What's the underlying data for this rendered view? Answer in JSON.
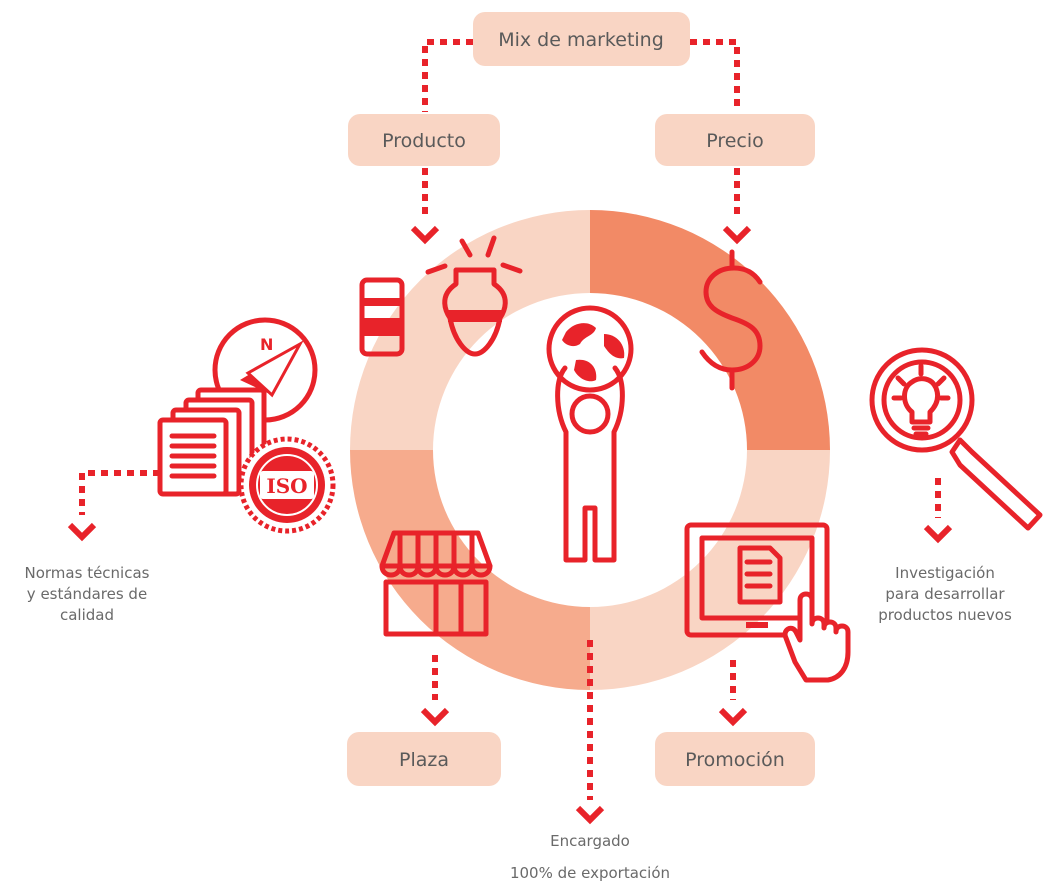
{
  "colors": {
    "accent": "#e8232a",
    "box_fill": "#f9d5c4",
    "segment_light": "#f9d5c4",
    "segment_dark": "#f28a66",
    "segment_mid": "#f6ab8d",
    "text": "#5a5a5a"
  },
  "center_box": {
    "label": "Mix de marketing"
  },
  "boxes": {
    "product": "Producto",
    "price": "Precio",
    "place": "Plaza",
    "promotion": "Promoción"
  },
  "side_labels": {
    "left": [
      "Normas técnicas",
      "y estándares de",
      "calidad"
    ],
    "right": [
      "Investigación",
      "para desarrollar",
      "productos nuevos"
    ],
    "bottom": [
      "Encargado",
      "100% de exportación"
    ]
  },
  "icons": {
    "jar": "jar-icon",
    "pot": "pot-icon",
    "dollar": "dollar-icon",
    "globe_person": "globe-person-icon",
    "store": "store-icon",
    "screen_touch": "screen-touch-icon",
    "compass": "compass-icon",
    "documents": "documents-icon",
    "iso_seal": "iso-seal-icon",
    "magnifier_bulb": "magnifier-bulb-icon"
  },
  "iso_text": "ISO"
}
